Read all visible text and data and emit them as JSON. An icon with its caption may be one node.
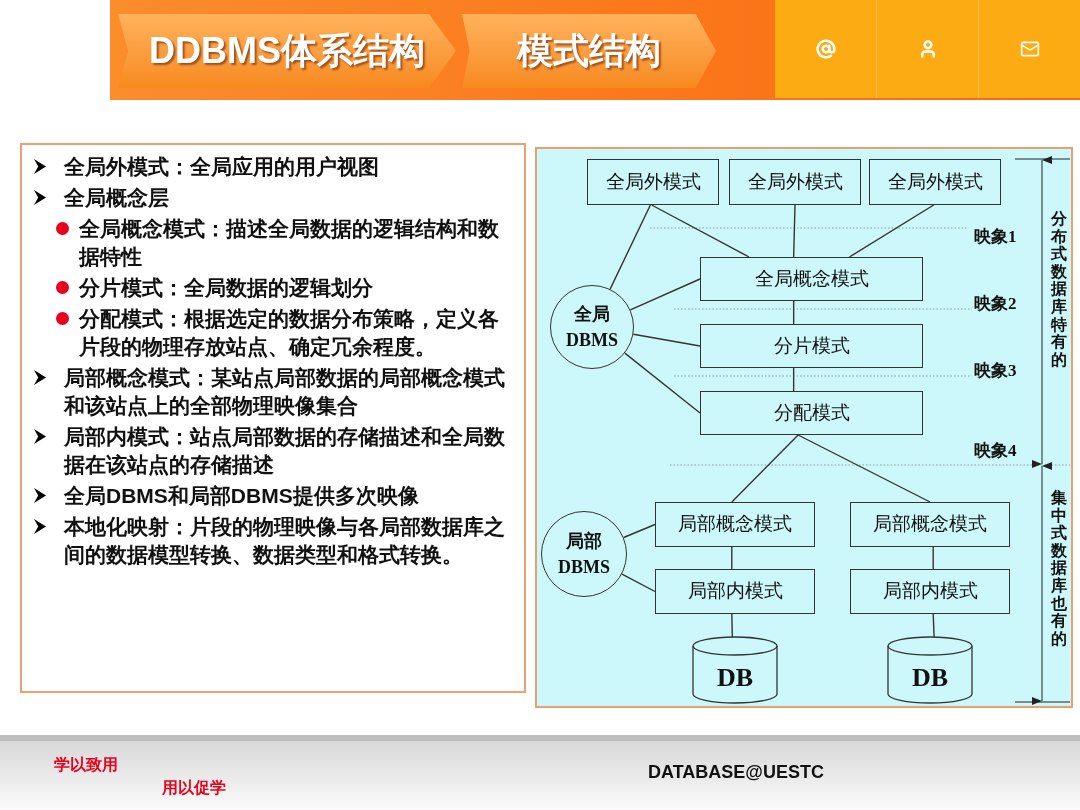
{
  "diagram": {
    "nodes": [
      {
        "text": [
          "DDBMS体系结构"
        ]
      },
      {
        "text": [
          "模式结构"
        ]
      },
      {
        "text": [
          "全局外模式：全局应用的用户视图",
          "全局概念层",
          "全局概念模式：描述全局数据的逻辑结构和数据特性",
          "分片模式：全局数据的逻辑划分",
          "分配模式：根据选定的数据分布策略，定义各片段的物理存放站点、确定冗余程度。",
          "局部概念模式：某站点局部数据的局部概念模式和该站点上的全部物理映像集合",
          "局部内模式：站点局部数据的存储描述和全局数据在该站点的存储描述",
          "全局DBMS和局部DBMS提供多次映像",
          "本地化映射：片段的物理映像与各局部数据库之间的数据模型转换、数据类型和格式转换。"
        ]
      },
      {
        "text": [],
        "shape": "box"
      },
      {
        "text": [
          "全局外模式"
        ],
        "in": 3
      },
      {
        "text": [
          "全局外模式"
        ],
        "in": 3
      },
      {
        "text": [
          "全局外模式"
        ],
        "in": 3
      },
      {
        "text": [
          "全局 DBMS"
        ],
        "in": 3
      },
      {
        "text": [
          "全局概念模式"
        ],
        "in": 3
      },
      {
        "text": [
          "分片模式"
        ],
        "in": 3
      },
      {
        "text": [
          "分配模式"
        ],
        "in": 3
      },
      {
        "text": [
          "局部 DBMS"
        ],
        "in": 3
      },
      {
        "text": [
          "局部概念模式"
        ],
        "in": 3
      },
      {
        "text": [
          "局部概念模式"
        ],
        "in": 3
      },
      {
        "text": [
          "局部内模式"
        ],
        "in": 3
      },
      {
        "text": [
          "局部内模式"
        ],
        "in": 3
      },
      {
        "text": [
          "DB"
        ],
        "in": 3
      },
      {
        "text": [
          "DB"
        ],
        "in": 3
      }
    ],
    "edges": [
      {
        "from": 4,
        "to": 8,
        "arrow": "none"
      },
      {
        "from": 5,
        "to": 8,
        "arrow": "none"
      },
      {
        "from": 6,
        "to": 8,
        "arrow": "none"
      },
      {
        "from": 8,
        "to": 9,
        "arrow": "none"
      },
      {
        "from": 9,
        "to": 10,
        "arrow": "none"
      },
      {
        "from": 10,
        "to": 12,
        "arrow": "none"
      },
      {
        "from": 10,
        "to": 13,
        "arrow": "none"
      },
      {
        "from": 12,
        "to": 14,
        "arrow": "none"
      },
      {
        "from": 13,
        "to": 15,
        "arrow": "none"
      },
      {
        "from": 14,
        "to": 16,
        "arrow": "none"
      },
      {
        "from": 15,
        "to": 17,
        "arrow": "none"
      },
      {
        "from": 7,
        "to": 4,
        "arrow": "none"
      },
      {
        "from": 7,
        "to": 8,
        "arrow": "none"
      },
      {
        "from": 7,
        "to": 9,
        "arrow": "none"
      },
      {
        "from": 7,
        "to": 10,
        "arrow": "none"
      },
      {
        "from": 11,
        "to": 12,
        "arrow": "none"
      },
      {
        "from": 11,
        "to": 14,
        "arrow": "none"
      }
    ],
    "labels": [
      "映象1",
      "映象2",
      "映象3",
      "映象4",
      "分布式数据库特有的",
      "集中式数据库也有的",
      "学以致用",
      "用以促学",
      "DATABASE@UESTC"
    ]
  }
}
